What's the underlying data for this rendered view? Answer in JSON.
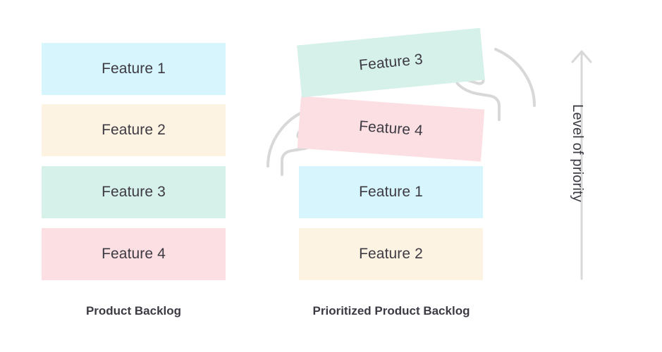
{
  "diagram": {
    "background_color": "#ffffff",
    "text_color": "#3d3a43",
    "hand_outline_color": "#d8d8d8",
    "arrow_color": "#d8d8d8"
  },
  "left_column": {
    "caption": "Product Backlog",
    "cards": [
      {
        "label": "Feature 1",
        "color": "#d6f5fc",
        "rotation": 0
      },
      {
        "label": "Feature 2",
        "color": "#fdf3e2",
        "rotation": 0
      },
      {
        "label": "Feature 3",
        "color": "#d6f0ea",
        "rotation": 0
      },
      {
        "label": "Feature 4",
        "color": "#fcdfe2",
        "rotation": 0
      }
    ]
  },
  "right_column": {
    "caption": "Prioritized Product Backlog",
    "cards": [
      {
        "label": "Feature 3",
        "color": "#d6f0ea",
        "rotation": -5.5
      },
      {
        "label": "Feature 4",
        "color": "#fcdfe2",
        "rotation": 4.2
      },
      {
        "label": "Feature 1",
        "color": "#d6f5fc",
        "rotation": 0
      },
      {
        "label": "Feature 2",
        "color": "#fdf3e2",
        "rotation": 0
      }
    ]
  },
  "priority_axis": {
    "label": "Level of priority",
    "direction": "up",
    "icon": "arrow-up-icon"
  },
  "hands": [
    {
      "name": "hand-right-grabbing-feature-3",
      "icon": "hand-icon"
    },
    {
      "name": "hand-left-grabbing-feature-4",
      "icon": "hand-icon"
    }
  ]
}
